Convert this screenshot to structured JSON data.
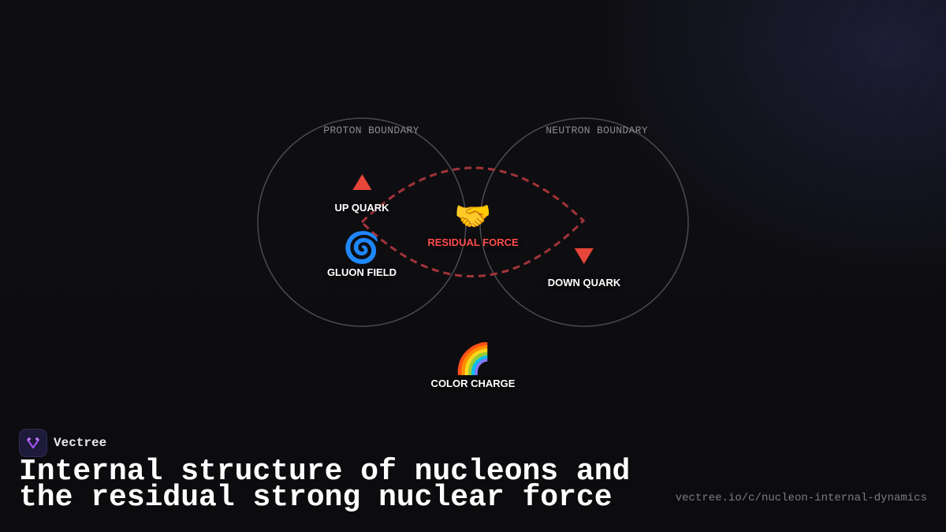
{
  "diagram": {
    "boundaries": [
      {
        "id": "proton",
        "label": "PROTON BOUNDARY"
      },
      {
        "id": "neutron",
        "label": "NEUTRON BOUNDARY"
      }
    ],
    "nodes": {
      "up_quark": {
        "label": "UP QUARK",
        "icon": "red-triangle-up-icon"
      },
      "gluon_field": {
        "label": "GLUON FIELD",
        "icon": "cyclone-icon",
        "glyph": "🌀"
      },
      "residual_force": {
        "label": "RESIDUAL FORCE",
        "icon": "handshake-icon",
        "glyph": "🤝"
      },
      "down_quark": {
        "label": "DOWN QUARK",
        "icon": "red-triangle-down-icon"
      },
      "color_charge": {
        "label": "COLOR CHARGE",
        "icon": "rainbow-icon",
        "glyph": "🌈"
      }
    },
    "colors": {
      "boundary_stroke": "#4a4a50",
      "force_path": "#a3343a",
      "force_label": "#ff4d4d",
      "quark": "#e8453a"
    }
  },
  "footer": {
    "brand": "Vectree",
    "title": "Internal structure of nucleons and the residual strong nuclear force",
    "url": "vectree.io/c/nucleon-internal-dynamics"
  }
}
